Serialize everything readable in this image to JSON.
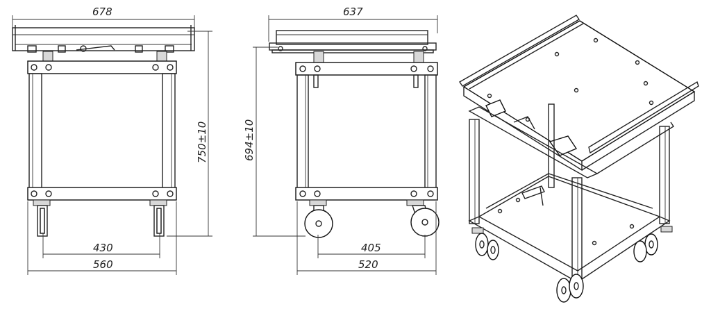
{
  "colors": {
    "line": "#222222",
    "background": "#ffffff"
  },
  "front_view": {
    "overall_width": "678",
    "overall_height": "750±10",
    "wheel_track": "430",
    "frame_width": "560"
  },
  "side_view": {
    "overall_width": "637",
    "overall_height": "694±10",
    "wheel_base": "405",
    "frame_depth": "520"
  }
}
